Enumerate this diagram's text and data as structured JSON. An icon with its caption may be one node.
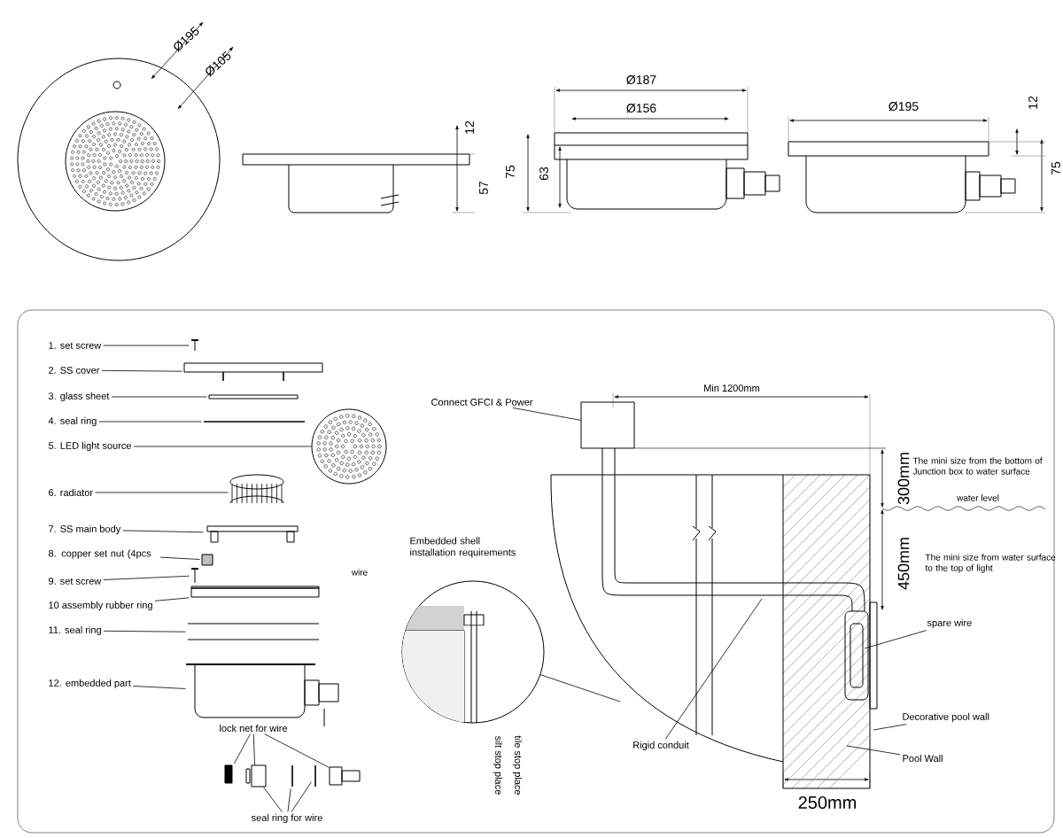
{
  "diagram": {
    "nodes": [
      {
        "text": [
          "1. set screw"
        ]
      },
      {
        "text": [
          "2. SS cover"
        ]
      },
      {
        "text": [
          "3. glass sheet"
        ]
      },
      {
        "text": [
          "4. seal ring"
        ]
      },
      {
        "text": [
          "5. LED light source"
        ]
      },
      {
        "text": [
          "6. radiator"
        ]
      },
      {
        "text": [
          "7. SS main body"
        ]
      },
      {
        "text": [
          "8. copper set nut (4pcs"
        ]
      },
      {
        "text": [
          "9. set screw"
        ]
      },
      {
        "text": [
          "10 assembly rubber ring"
        ]
      },
      {
        "text": [
          "11. seal ring"
        ]
      },
      {
        "text": [
          "12. embedded part"
        ]
      },
      {
        "text": [
          "lock net for wire"
        ]
      },
      {
        "text": [
          "seal ring for wire"
        ]
      },
      {
        "text": [],
        "shape": "picture"
      },
      {
        "text": [],
        "shape": "picture"
      },
      {
        "text": [],
        "shape": "bar"
      },
      {
        "text": [],
        "shape": "picture"
      },
      {
        "text": [],
        "shape": "picture"
      },
      {
        "text": [],
        "shape": "picture"
      },
      {
        "text": [],
        "shape": "picture"
      },
      {
        "text": [],
        "shape": "box"
      },
      {
        "text": [],
        "shape": "picture"
      },
      {
        "text": [],
        "shape": "picture"
      },
      {
        "text": [],
        "shape": "picture"
      },
      {
        "text": [],
        "shape": "picture"
      },
      {
        "text": [],
        "shape": "bar"
      },
      {
        "text": [],
        "shape": "box"
      },
      {
        "text": [],
        "shape": "picture"
      },
      {
        "text": [],
        "shape": "picture"
      },
      {
        "text": [],
        "shape": "picture"
      },
      {
        "text": [
          "Connect GFCI & Power"
        ]
      },
      {
        "text": [],
        "shape": "box"
      },
      {
        "text": [
          "Rigid conduit"
        ]
      },
      {
        "text": [
          "spare wire"
        ]
      },
      {
        "text": [
          "Decorative pool wall"
        ]
      },
      {
        "text": [
          "Pool Wall"
        ]
      },
      {
        "text": [],
        "shape": "circle",
        "beside": [
          "Embedded shell installation requirements",
          "silt stop place",
          "tile stop place"
        ]
      }
    ],
    "edges": [
      {
        "from": 0,
        "to": 14,
        "arrow": "none"
      },
      {
        "from": 1,
        "to": 15,
        "arrow": "none"
      },
      {
        "from": 2,
        "to": 16,
        "arrow": "none"
      },
      {
        "from": 3,
        "to": 17,
        "arrow": "none"
      },
      {
        "from": 4,
        "to": 18,
        "arrow": "none"
      },
      {
        "from": 5,
        "to": 19,
        "arrow": "none"
      },
      {
        "from": 6,
        "to": 20,
        "arrow": "none"
      },
      {
        "from": 7,
        "to": 21,
        "arrow": "none"
      },
      {
        "from": 8,
        "to": 22,
        "arrow": "none"
      },
      {
        "from": 9,
        "to": 23,
        "arrow": "none"
      },
      {
        "from": 10,
        "to": 24,
        "arrow": "none"
      },
      {
        "from": 11,
        "to": 25,
        "arrow": "none"
      },
      {
        "from": 12,
        "to": 26,
        "arrow": "none"
      },
      {
        "from": 12,
        "to": 27,
        "arrow": "none"
      },
      {
        "from": 12,
        "to": 30,
        "arrow": "none"
      },
      {
        "from": 13,
        "to": 27,
        "arrow": "none"
      },
      {
        "from": 13,
        "to": 28,
        "arrow": "none"
      },
      {
        "from": 13,
        "to": 29,
        "arrow": "none"
      },
      {
        "from": 31,
        "to": 32,
        "arrow": "none"
      },
      {
        "from": 33,
        "to": null,
        "arrow": "none"
      },
      {
        "from": 34,
        "to": null,
        "arrow": "none"
      },
      {
        "from": 35,
        "to": null,
        "arrow": "none"
      },
      {
        "from": 36,
        "to": null,
        "arrow": "none"
      },
      {
        "from": 37,
        "to": null,
        "arrow": "none"
      }
    ],
    "labels": [
      "Ø195",
      "Ø105",
      "12",
      "57",
      "75",
      "63",
      "Ø187",
      "Ø156",
      "Ø195",
      "12",
      "75",
      "wire",
      "Min 1200mm",
      "300mm",
      "water level",
      "450mm",
      "The mini size from the bottom of Junction box to water surface",
      "The mini size from water surface to the top of light",
      "250mm"
    ]
  }
}
